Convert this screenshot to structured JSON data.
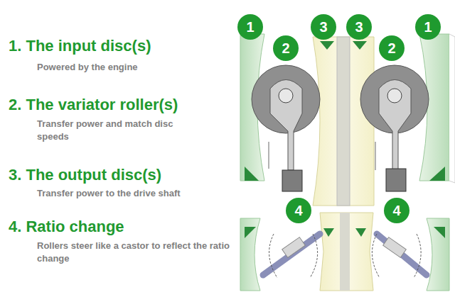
{
  "diagram": {
    "labels": [
      "1. The input disc(s)",
      "Powered by the engine",
      "2. The variator roller(s)",
      "Transfer power and match disc speeds",
      "3. The output disc(s)",
      "Transfer power to the drive shaft",
      "4. Ratio change",
      "Rollers steer like a castor to reflect the ratio change",
      "1",
      "3",
      "3",
      "1",
      "2",
      "2",
      "4",
      "4"
    ]
  }
}
